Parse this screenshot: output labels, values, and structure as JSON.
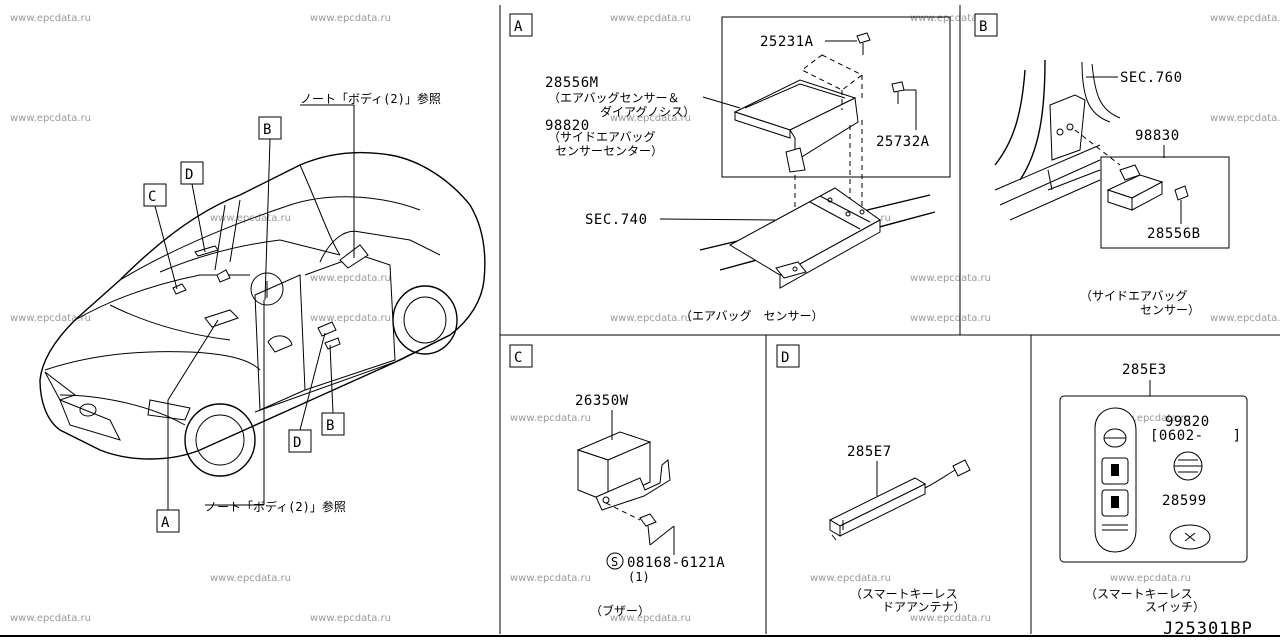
{
  "watermark": "www.epcdata.ru",
  "diagram_code": "J25301BP",
  "main_view": {
    "ref_top": "ノート「ボディ(2)」参照",
    "ref_bottom": "ノート「ボディ(2)」参照",
    "callouts": [
      "A",
      "B",
      "C",
      "D",
      "B",
      "D"
    ]
  },
  "section_a": {
    "letter": "A",
    "parts": {
      "p25231a": "25231A",
      "p28556m": "28556M",
      "p28556m_desc1": "（エアバッグセンサー＆",
      "p28556m_desc2": "ダイアグノシス）",
      "p98820": "98820",
      "p98820_desc1": "（サイドエアバッグ",
      "p98820_desc2": "センサーセンター）",
      "p25732a": "25732A",
      "sec740": "SEC.740"
    },
    "caption": "（エアバッグ　センサー）"
  },
  "section_b": {
    "letter": "B",
    "parts": {
      "sec760": "SEC.760",
      "p98830": "98830",
      "p28556b": "28556B"
    },
    "caption1": "（サイドエアバッグ",
    "caption2": "センサー）"
  },
  "section_c": {
    "letter": "C",
    "parts": {
      "p26350w": "26350W",
      "bolt": "08168-6121A",
      "bolt_qty": "(1)",
      "bolt_symbol": "S"
    },
    "caption": "（ブザー）"
  },
  "section_d": {
    "letter": "D",
    "parts": {
      "p285e7": "285E7"
    },
    "caption1": "（スマートキーレス",
    "caption2": "ドアアンテナ）"
  },
  "section_e": {
    "parts": {
      "p285e3": "285E3",
      "p99820": "99820",
      "p99820_date": "[0602-　　]",
      "p28599": "28599"
    },
    "caption1": "（スマートキーレス",
    "caption2": "スイッチ）"
  }
}
